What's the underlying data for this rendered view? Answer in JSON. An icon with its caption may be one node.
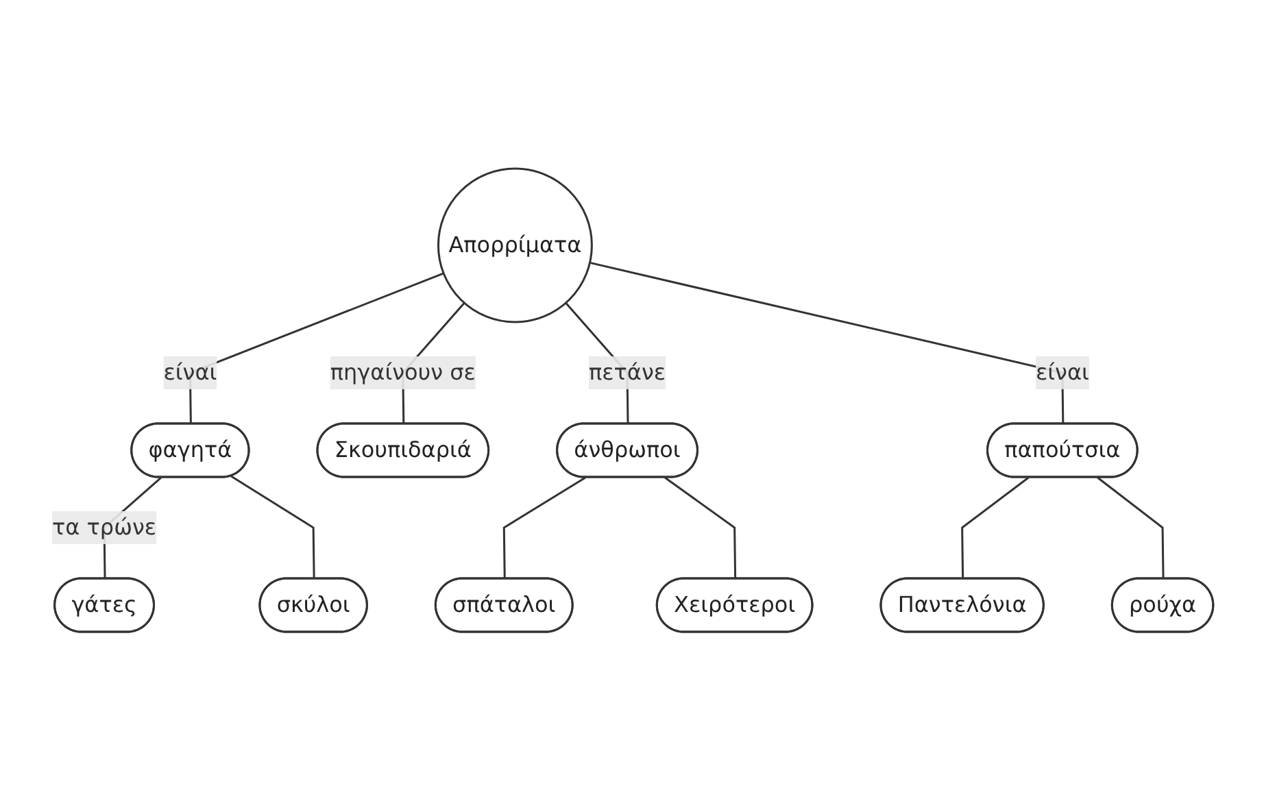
{
  "diagram": {
    "nodes": [
      {
        "text": [
          "γάτες"
        ]
      },
      {
        "text": [
          "σκύλοι"
        ]
      },
      {
        "text": [
          "φαγητά"
        ]
      },
      {
        "text": [
          "σπάταλοι"
        ]
      },
      {
        "text": [
          "Σκουπιδαριά"
        ]
      },
      {
        "text": [
          "Απορρίματα"
        ]
      },
      {
        "text": [
          "άνθρωποι"
        ]
      },
      {
        "text": [
          "Χειρότεροι"
        ]
      },
      {
        "text": [
          "παπούτσια"
        ]
      },
      {
        "text": [
          "Παντελόνια"
        ]
      },
      {
        "text": [
          "ρούχα"
        ]
      }
    ],
    "edges": [
      {
        "from": 5,
        "to": 2,
        "arrow": "none",
        "label": "είναι"
      },
      {
        "from": 2,
        "to": 0,
        "arrow": "none",
        "label": "τα τρώνε"
      },
      {
        "from": 2,
        "to": 1,
        "arrow": "none"
      },
      {
        "from": 5,
        "to": 4,
        "arrow": "none",
        "label": "πηγαίνουν σε"
      },
      {
        "from": 5,
        "to": 6,
        "arrow": "none",
        "label": "πετάνε"
      },
      {
        "from": 6,
        "to": 3,
        "arrow": "none"
      },
      {
        "from": 6,
        "to": 7,
        "arrow": "none"
      },
      {
        "from": 5,
        "to": 8,
        "arrow": "none",
        "label": "είναι"
      },
      {
        "from": 8,
        "to": 9,
        "arrow": "none"
      },
      {
        "from": 8,
        "to": 10,
        "arrow": "none"
      }
    ]
  }
}
